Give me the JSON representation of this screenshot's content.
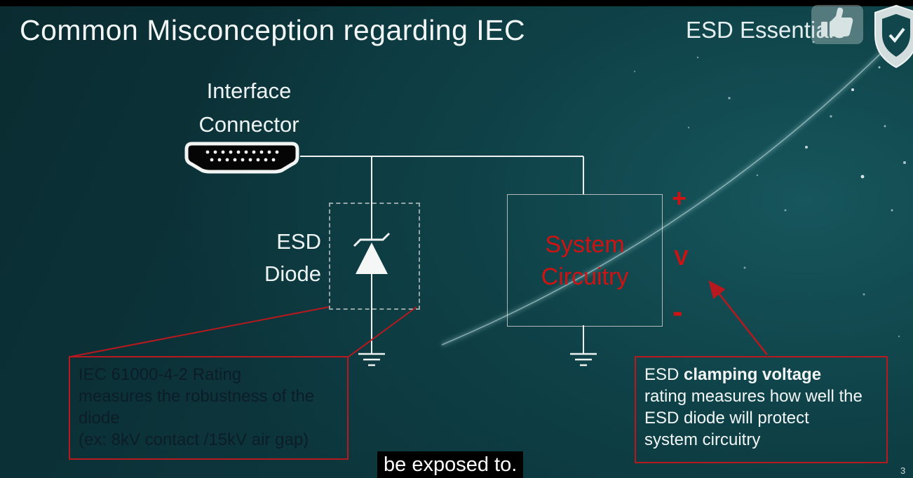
{
  "header": {
    "title": "Common Misconception regarding IEC",
    "brand": "ESD Essentials"
  },
  "diagram": {
    "connector_label": [
      "Interface",
      "Connector"
    ],
    "esd_diode_label": [
      "ESD",
      "Diode"
    ],
    "system_box": [
      "System",
      "Circuitry"
    ],
    "plus": "+",
    "voltage": "V",
    "minus": "-"
  },
  "callouts": {
    "iec": {
      "lines": [
        "IEC 61000-4-2 Rating",
        "measures the robustness of the",
        "diode",
        "(ex: 8kV contact /15kV air gap)"
      ]
    },
    "clamping": {
      "prefix": "ESD ",
      "bold": "clamping voltage",
      "lines": [
        "rating measures how well the",
        "ESD diode will protect",
        "system circuitry"
      ]
    }
  },
  "caption": {
    "text": "be exposed to."
  },
  "meta": {
    "page_number": "3"
  },
  "icons": {
    "like": "thumbs-up-icon",
    "logo": "shield-logo-icon",
    "connector": "hdmi-connector-icon"
  },
  "colors": {
    "accent_red": "#b7191e",
    "system_text_red": "#cf1212",
    "background_teal": "#0c363c",
    "wire_white": "#f0f2f2"
  }
}
